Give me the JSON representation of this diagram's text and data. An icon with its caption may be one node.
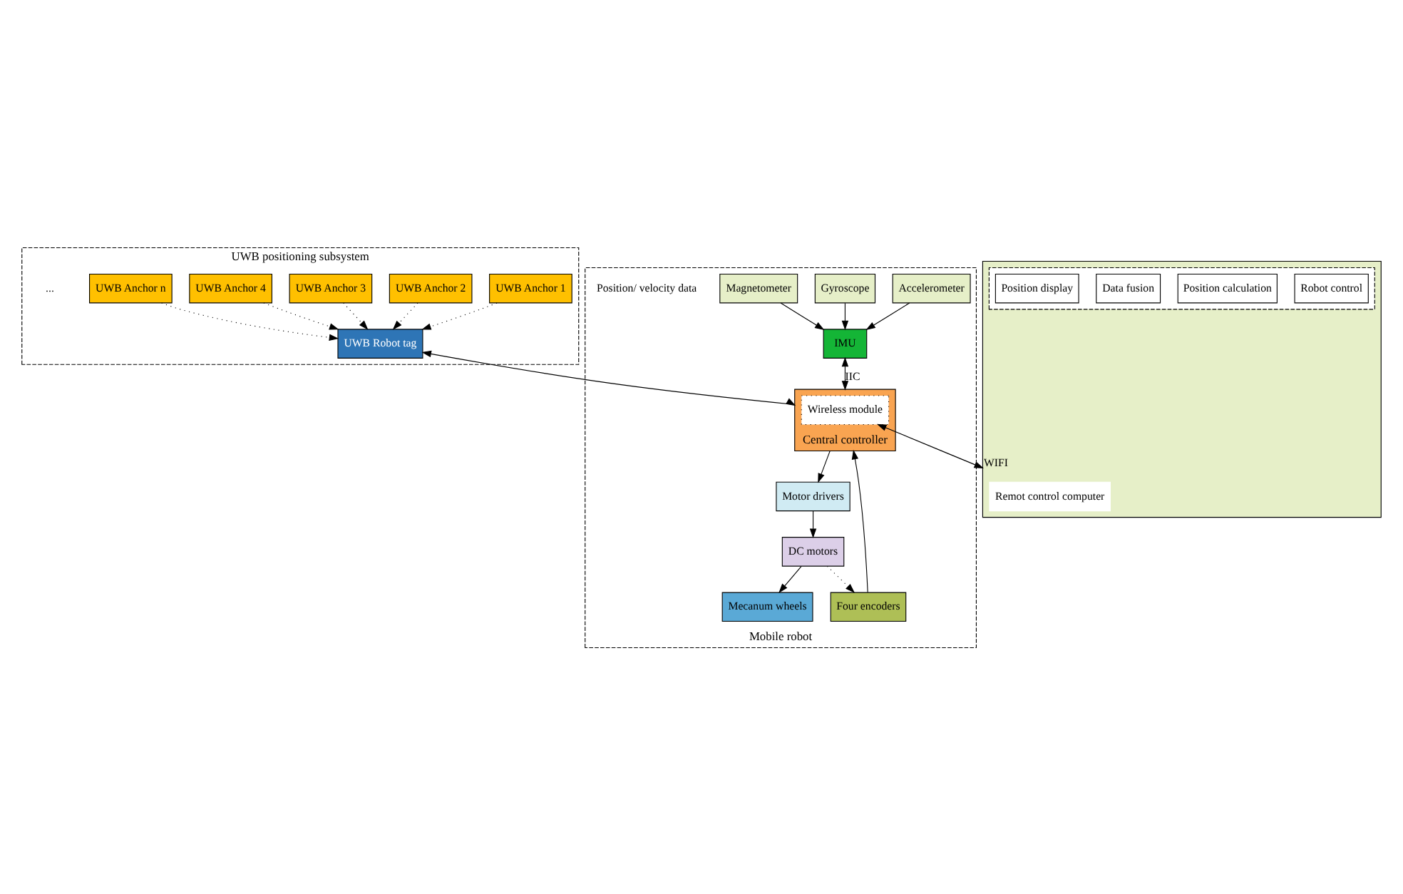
{
  "diagram": {
    "nodes": [
      {
        "text": [
          "UWB positioning subsystem"
        ]
      },
      {
        "text": [
          "UWB Anchor 1"
        ],
        "in": 0
      },
      {
        "text": [
          "UWB Anchor 2"
        ],
        "in": 0
      },
      {
        "text": [
          "UWB Anchor 3"
        ],
        "in": 0
      },
      {
        "text": [
          "UWB Anchor 4"
        ],
        "in": 0
      },
      {
        "text": [
          "UWB Anchor n"
        ],
        "in": 0
      },
      {
        "text": [
          "UWB Robot tag"
        ],
        "in": 0
      },
      {
        "text": [
          "Mobile robot"
        ]
      },
      {
        "text": [
          "Mecanum wheels"
        ],
        "in": 7
      },
      {
        "text": [
          "DC motors"
        ],
        "in": 7
      },
      {
        "text": [
          "Motor drivers"
        ],
        "in": 7
      },
      {
        "text": [
          "Central controller"
        ],
        "in": 7
      },
      {
        "text": [
          "Wireless module"
        ],
        "in": 11
      },
      {
        "text": [
          "Four encoders"
        ],
        "in": 7
      },
      {
        "text": [
          "Accelerometer"
        ],
        "in": 7
      },
      {
        "text": [
          "Gyroscope"
        ],
        "in": 7
      },
      {
        "text": [
          "Magnetometer"
        ],
        "in": 7
      },
      {
        "text": [
          "IMU"
        ],
        "in": 7
      },
      {
        "text": [],
        "shape": "box"
      },
      {
        "text": [
          "Remot control computer"
        ],
        "in": 18
      },
      {
        "text": [],
        "shape": "box",
        "in": 18
      },
      {
        "text": [
          "Robot control"
        ],
        "in": 20
      },
      {
        "text": [
          "Position calculation"
        ],
        "in": 20
      },
      {
        "text": [
          "Data fusion"
        ],
        "in": 20
      },
      {
        "text": [
          "Position display"
        ],
        "in": 20
      }
    ],
    "edges": [
      {
        "from": 1,
        "to": 6,
        "arrow": "to",
        "style": "dashed"
      },
      {
        "from": 2,
        "to": 6,
        "arrow": "to",
        "style": "dashed"
      },
      {
        "from": 3,
        "to": 6,
        "arrow": "to",
        "style": "dashed"
      },
      {
        "from": 4,
        "to": 6,
        "arrow": "to",
        "style": "dashed"
      },
      {
        "from": 5,
        "to": 6,
        "arrow": "to",
        "style": "dashed"
      },
      {
        "from": 6,
        "to": 11,
        "arrow": "both"
      },
      {
        "from": 11,
        "to": 10,
        "arrow": "to"
      },
      {
        "from": 10,
        "to": 9,
        "arrow": "to"
      },
      {
        "from": 9,
        "to": 8,
        "arrow": "to"
      },
      {
        "from": 9,
        "to": 13,
        "arrow": "to",
        "style": "dashed"
      },
      {
        "from": 13,
        "to": 11,
        "arrow": "to"
      },
      {
        "from": 14,
        "to": 17,
        "arrow": "to"
      },
      {
        "from": 15,
        "to": 17,
        "arrow": "to"
      },
      {
        "from": 16,
        "to": 17,
        "arrow": "to"
      },
      {
        "from": 17,
        "to": 11,
        "arrow": "both",
        "label": "IIC"
      },
      {
        "from": 12,
        "to": 18,
        "arrow": "both",
        "label": "WIFI"
      }
    ],
    "labels": [
      "...",
      "Position/ velocity data"
    ]
  }
}
